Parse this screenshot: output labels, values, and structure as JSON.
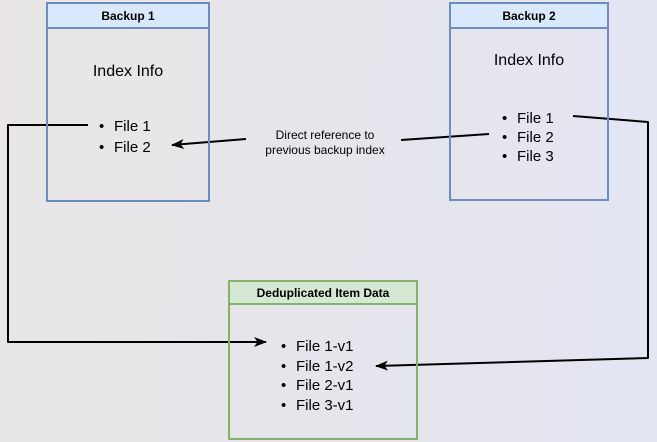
{
  "diagram": {
    "backup1": {
      "title": "Backup 1",
      "subtitle": "Index Info",
      "files": [
        "File 1",
        "File 2"
      ]
    },
    "backup2": {
      "title": "Backup 2",
      "subtitle": "Index Info",
      "files": [
        "File 1",
        "File 2",
        "File 3"
      ]
    },
    "dedup": {
      "title": "Deduplicated Item Data",
      "files": [
        "File 1-v1",
        "File 1-v2",
        "File 2-v1",
        "File 3-v1"
      ]
    },
    "reference_label": {
      "line1": "Direct reference to",
      "line2": "previous backup index"
    },
    "edges": [
      {
        "from": "Backup 2 / File 2",
        "to": "Backup 1 / File 2",
        "label": "Direct reference to previous backup index"
      },
      {
        "from": "Backup 1 / File 1",
        "to": "Deduplicated Item Data / File 1-v1",
        "label": ""
      },
      {
        "from": "Backup 2 / File 1",
        "to": "Deduplicated Item Data / File 1-v2",
        "label": ""
      }
    ],
    "colors": {
      "blue_fill": "#dae8fc",
      "blue_stroke": "#6c8ebf",
      "green_fill": "#d5e8d4",
      "green_stroke": "#82b366",
      "arrow": "#000000",
      "background_left": "#e9e6e5",
      "background_right": "#e4e5f3"
    }
  }
}
